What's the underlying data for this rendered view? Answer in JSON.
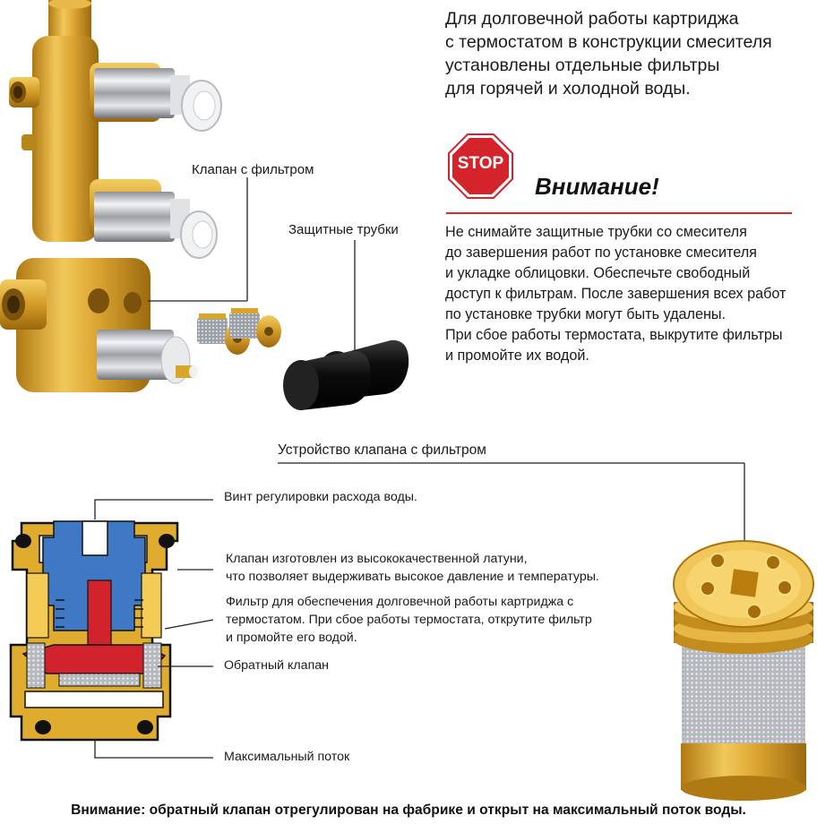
{
  "intro_lines": [
    "Для долговечной работы картриджа",
    "с термостатом в конструкции смесителя",
    "установлены отдельные фильтры",
    "для горячей и холодной воды."
  ],
  "stop_sign": {
    "text": "STOP",
    "color": "#d5232b"
  },
  "warning": {
    "title": "Внимание!",
    "accent": "#d52b2b",
    "lines": [
      "Не снимайте защитные трубки со смесителя",
      "до завершения работ по установке смесителя",
      "и укладке облицовки. Обеспечьте свободный",
      "доступ к фильтрам. После завершения всех работ",
      "по установке трубки могут быть удалены.",
      "При сбое работы термостата, выкрутите фильтры",
      "и промойте их водой."
    ]
  },
  "labels": {
    "valve_with_filter": "Клапан с фильтром",
    "protective_tubes": "Защитные трубки",
    "device_title": "Устройство клапана с фильтром"
  },
  "callouts": {
    "screw": "Винт регулировки расхода воды.",
    "brass": [
      "Клапан изготовлен из высококачественной латуни,",
      "что позволяет выдерживать высокое давление и температуры."
    ],
    "filter": [
      "Фильтр для обеспечения долговечной работы картриджа с",
      "термостатом. При сбое работы термостата, открутите фильтр",
      "и промойте его водой."
    ],
    "check_valve": "Обратный клапан",
    "max_flow": "Максимальный поток"
  },
  "bottom_note": "Внимание: обратный клапан отрегулирован на фабрике и открыт на максимальный поток воды.",
  "colors": {
    "brass": "#d9a62a",
    "chrome": "#c9ccd0",
    "blue": "#3f78c4",
    "red": "#d2232d"
  }
}
